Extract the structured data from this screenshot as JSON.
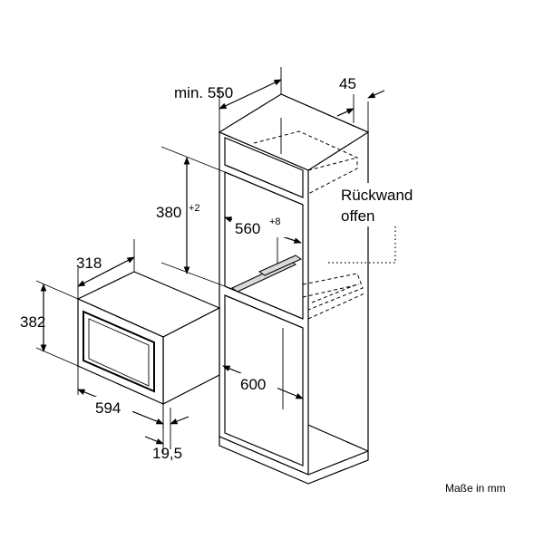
{
  "dimensions": {
    "min_width": "min. 550",
    "panel_thickness": "45",
    "niche_height": "380",
    "niche_height_tol": "+2",
    "niche_width": "560",
    "niche_width_tol": "+8",
    "cabinet_depth": "600",
    "device_depth": "318",
    "device_height": "382",
    "device_width": "594",
    "front_offset": "19,5"
  },
  "labels": {
    "back_wall": "Rückwand",
    "back_wall_2": "offen",
    "units_note": "Maße in mm"
  }
}
